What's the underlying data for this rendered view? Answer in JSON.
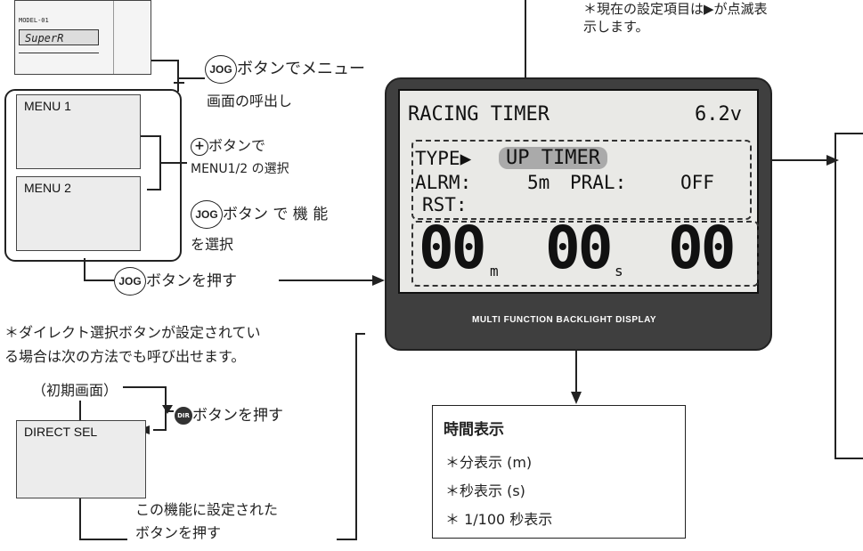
{
  "top_note": "＊現在の設定項目は▶が点滅表\n示します。",
  "thumb": {
    "lines": [
      "MODEL-01",
      "SuperR"
    ]
  },
  "menu1": "MENU 1",
  "menu2": "MENU 2",
  "direct_sel": "DIRECT SEL",
  "jog_label": "JOG",
  "plus_label": "+",
  "dir_label": "DIR",
  "t_jog_menu": "ボタンでメニュー",
  "t_menu_call": "画面の呼出し",
  "t_plus_btn": "ボタンで",
  "t_menu12": "MENU1/2 の選択",
  "t_jog_func": "ボタン で 機 能",
  "t_select": "を選択",
  "t_jog_push": "ボタンを押す",
  "direct_note": "＊ダイレクト選択ボタンが設定されてい\nる場合は次の方法でも呼び出せます。",
  "initial": "（初期画面）",
  "t_dir_push": "ボタンを押す",
  "t_func_btn": "この機能に設定された\nボタンを押す",
  "lcd": {
    "title": "RACING TIMER",
    "voltage": "6.2v",
    "type": "TYPE▶",
    "type_value": "UP TIMER",
    "alrm": "ALRM:",
    "alrm_value": "5m",
    "pral": "PRAL:",
    "pral_value": "OFF",
    "rst": "RST:",
    "digits_m": "00",
    "digits_s": "00",
    "digits_cs": "00",
    "unit_m": "m",
    "unit_s": "s",
    "footer": "MULTI FUNCTION BACKLIGHT DISPLAY"
  },
  "time_box": {
    "title": "時間表示",
    "items": [
      "＊分表示 (m)",
      "＊秒表示 (s)",
      "＊ 1/100 秒表示"
    ]
  }
}
